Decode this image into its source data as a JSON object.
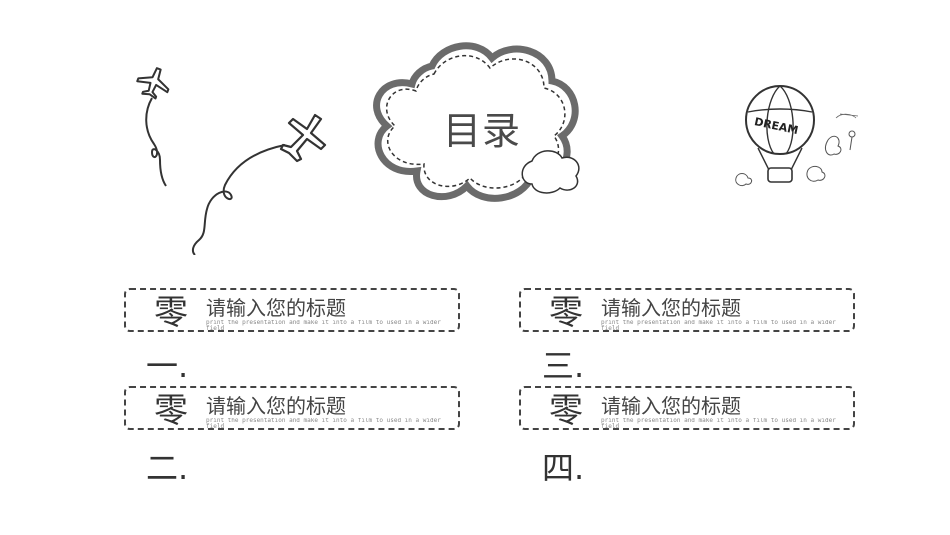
{
  "heading": "目录",
  "items": [
    {
      "num": "零",
      "title": "请输入您的标题",
      "sub": "print the presentation and make it into a film to used in a wider field",
      "after": "一."
    },
    {
      "num": "零",
      "title": "请输入您的标题",
      "sub": "print the presentation and make it into a film to used in a wider field",
      "after": "二."
    },
    {
      "num": "零",
      "title": "请输入您的标题",
      "sub": "print the presentation and make it into a film to used in a wider field",
      "after": "三."
    },
    {
      "num": "零",
      "title": "请输入您的标题",
      "sub": "print the presentation and make it into a film to used in a wider field",
      "after": "四."
    }
  ],
  "balloon_text": "DREAM"
}
